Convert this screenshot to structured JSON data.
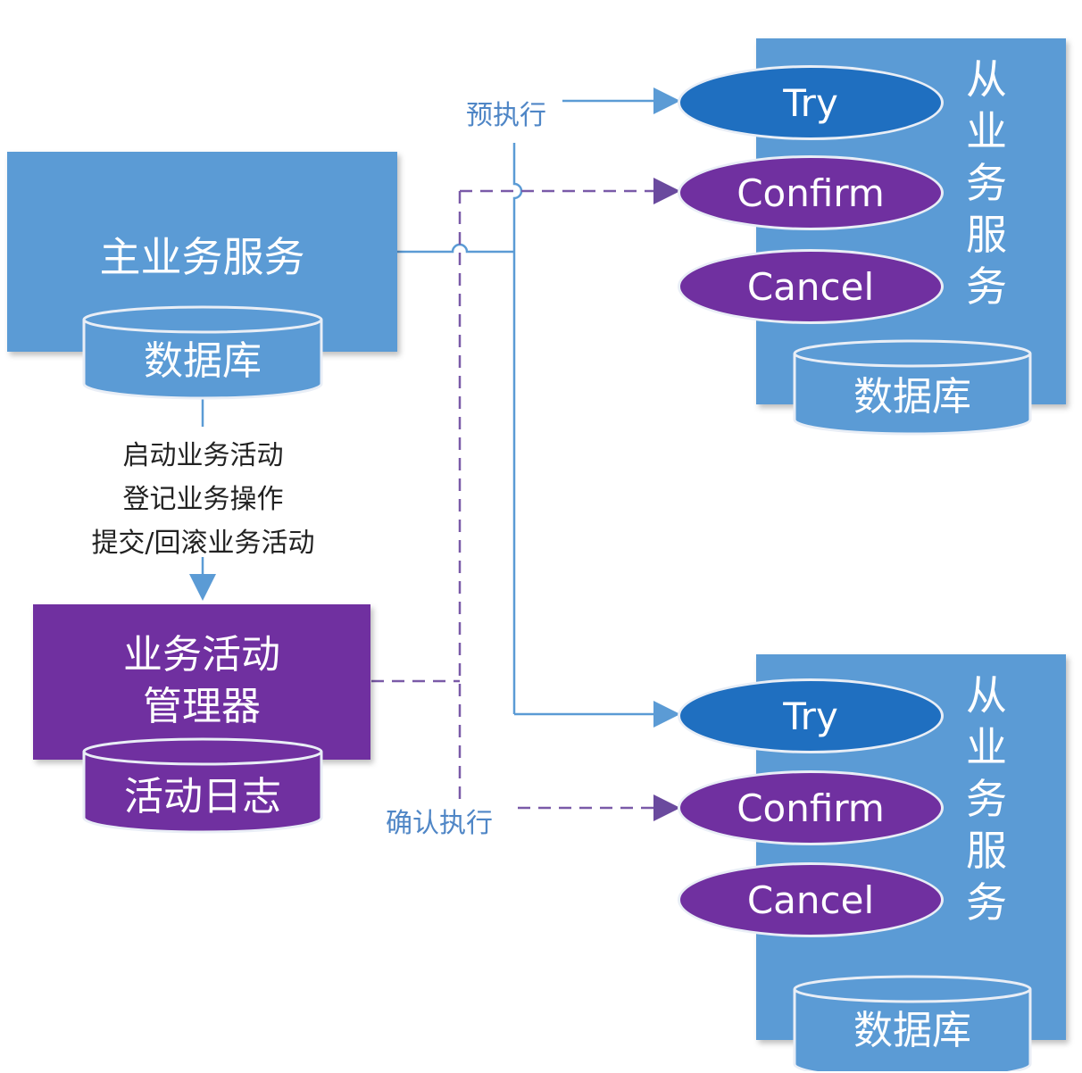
{
  "colors": {
    "blue": "#5b9bd5",
    "purple": "#7030a0",
    "try_oval": "#1f6fc0",
    "line": "#5b9bd5",
    "dash": "#7a5aa8"
  },
  "main_service": {
    "title": "主业务服务",
    "db": "数据库"
  },
  "steps": [
    "启动业务活动",
    "登记业务操作",
    "提交/回滚业务活动"
  ],
  "manager": {
    "line1": "业务活动",
    "line2": "管理器",
    "log": "活动日志"
  },
  "labels": {
    "pre_exec": "预执行",
    "confirm_exec": "确认执行"
  },
  "slave_top": {
    "title": "从业务服务",
    "try": "Try",
    "confirm": "Confirm",
    "cancel": "Cancel",
    "db": "数据库"
  },
  "slave_bottom": {
    "title": "从业务服务",
    "try": "Try",
    "confirm": "Confirm",
    "cancel": "Cancel",
    "db": "数据库"
  }
}
